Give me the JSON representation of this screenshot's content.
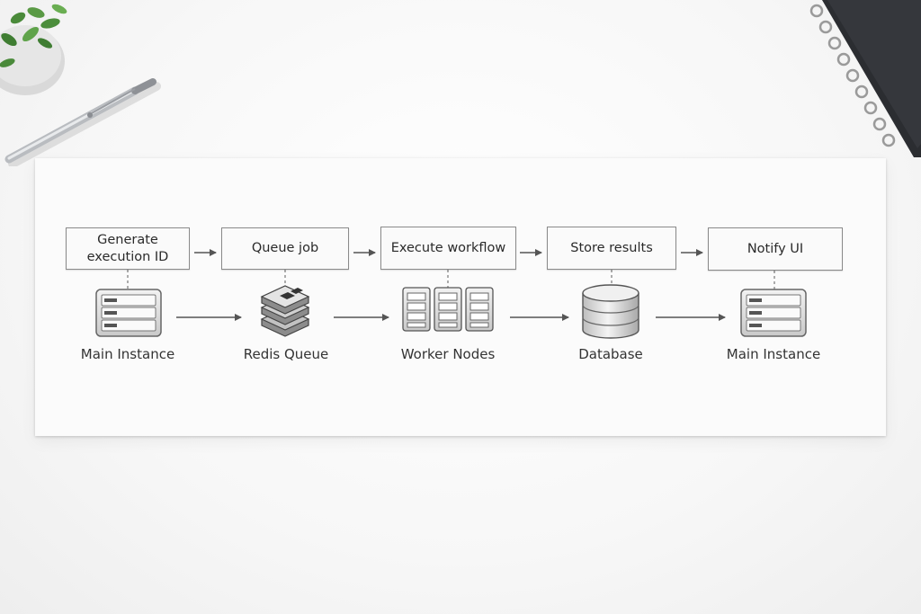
{
  "diagram": {
    "steps": [
      {
        "label": "Generate\nexecution ID"
      },
      {
        "label": "Queue job"
      },
      {
        "label": "Execute workflow"
      },
      {
        "label": "Store results"
      },
      {
        "label": "Notify UI"
      }
    ],
    "components": [
      {
        "label": "Main Instance",
        "icon": "server-icon"
      },
      {
        "label": "Redis Queue",
        "icon": "redis-stack-icon"
      },
      {
        "label": "Worker Nodes",
        "icon": "worker-servers-icon"
      },
      {
        "label": "Database",
        "icon": "database-icon"
      },
      {
        "label": "Main Instance",
        "icon": "server-icon"
      }
    ]
  },
  "colors": {
    "line": "#555555",
    "box_border": "#8a8a8a",
    "paper": "#fbfbfb"
  }
}
